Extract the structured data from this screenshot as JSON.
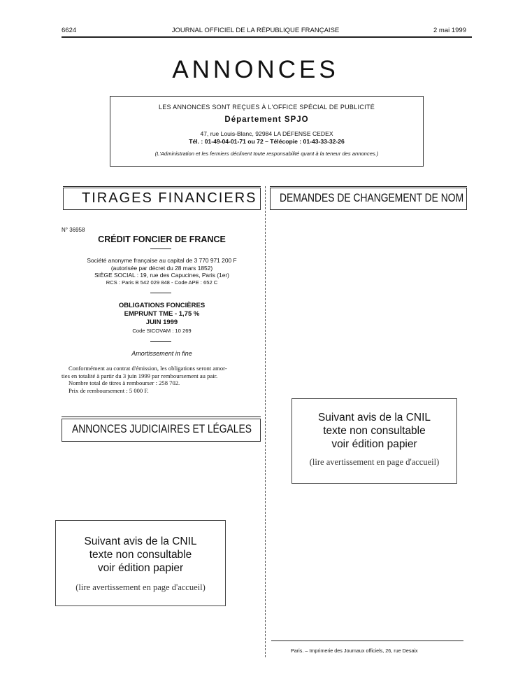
{
  "header": {
    "page_number": "6624",
    "journal_title": "JOURNAL OFFICIEL DE LA RÉPUBLIQUE FRANÇAISE",
    "date": "2 mai 1999"
  },
  "main_title": "ANNONCES",
  "notice": {
    "line1": "LES ANNONCES SONT REÇUES À L'OFFICE SPÉCIAL DE PUBLICITÉ",
    "department": "Département SPJO",
    "address": "47, rue Louis-Blanc, 92984 LA DÉFENSE CEDEX",
    "phones": "Tél. : 01-49-04-01-71 ou 72 – Télécopie : 01-43-33-32-26",
    "disclaimer": "(L'Administration et les fermiers déclinent toute responsabilité quant à la teneur des annonces.)"
  },
  "sections": {
    "tirages": "TIRAGES FINANCIERS",
    "demandes": "DEMANDES DE CHANGEMENT DE NOM",
    "judiciaires": "ANNONCES JUDICIAIRES ET LÉGALES"
  },
  "notice_36958": {
    "number": "N° 36958",
    "company": "CRÉDIT FONCIER DE FRANCE",
    "line1": "Société anonyme française au capital de 3 770 971 200 F",
    "line2": "(autorisée par décret du 28 mars 1852)",
    "line3": "SIÈGE SOCIAL : 19, rue des Capucines, Paris (1er)",
    "line4": "RCS : Paris B 542 029 848 - Code APE : 652 C",
    "oblig1": "OBLIGATIONS FONCIÈRES",
    "oblig2": "EMPRUNT TME - 1,75 %",
    "oblig3": "JUIN 1999",
    "oblig4": "Code SICOVAM : 10 269",
    "amort": "Amortissement in fine",
    "body1": "Conformément au contrat d'émission, les obligations seront amor-",
    "body2": "ties en totalité à partir du 3 juin 1999 par remboursement au pair.",
    "body3": "Nombre total de titres à rembourser : 258 702.",
    "body4": "Prix de remboursement : 5 000 F."
  },
  "cnil": {
    "line1": "Suivant avis de la CNIL",
    "line2": "texte non consultable",
    "line3": "voir édition papier",
    "line4": "(lire avertissement en page d'accueil)"
  },
  "footer": "Paris. – Imprimerie des Journaux officiels, 26, rue Desaix"
}
